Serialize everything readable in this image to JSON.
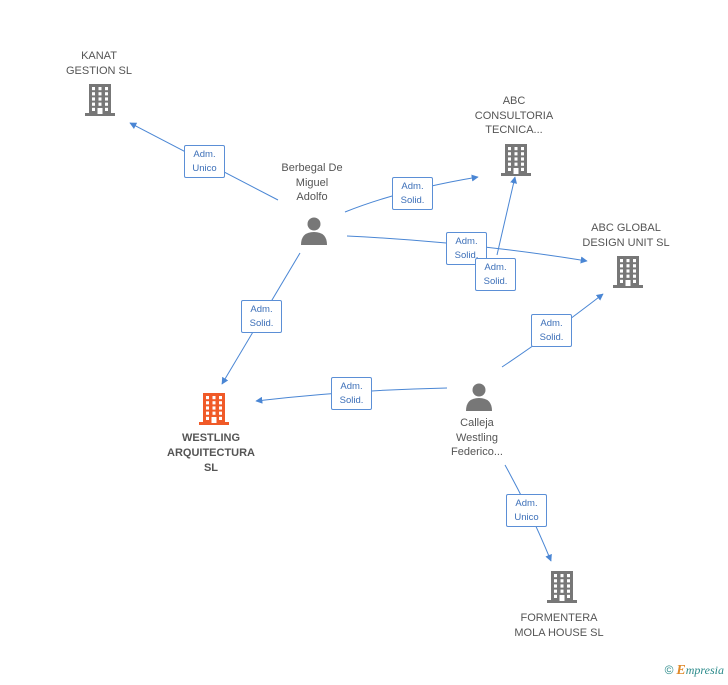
{
  "colors": {
    "edge": "#4a86d4",
    "company": "#777777",
    "focus_company": "#f05a28",
    "person": "#777777"
  },
  "nodes": [
    {
      "id": "kanat",
      "kind": "company",
      "icon": "building-icon",
      "lines": [
        "KANAT",
        "GESTION  SL"
      ]
    },
    {
      "id": "abc_consultoria",
      "kind": "company",
      "icon": "building-icon",
      "lines": [
        "ABC",
        "CONSULTORIA",
        "TECNICA..."
      ]
    },
    {
      "id": "abc_global",
      "kind": "company",
      "icon": "building-icon",
      "lines": [
        "ABC GLOBAL",
        "DESIGN UNIT  SL"
      ]
    },
    {
      "id": "westling",
      "kind": "focus",
      "icon": "building-icon",
      "lines": [
        "WESTLING",
        "ARQUITECTURA",
        "SL"
      ]
    },
    {
      "id": "formentera",
      "kind": "company",
      "icon": "building-icon",
      "lines": [
        "FORMENTERA",
        "MOLA HOUSE SL"
      ]
    },
    {
      "id": "berbegal",
      "kind": "person",
      "icon": "person-icon",
      "lines": [
        "Berbegal De",
        "Miguel",
        "Adolfo"
      ]
    },
    {
      "id": "calleja",
      "kind": "person",
      "icon": "person-icon",
      "lines": [
        "Calleja",
        "Westling",
        "Federico..."
      ]
    }
  ],
  "edges": [
    {
      "from": "berbegal",
      "to": "kanat",
      "lines": [
        "Adm.",
        "Unico"
      ]
    },
    {
      "from": "berbegal",
      "to": "abc_consultoria",
      "lines": [
        "Adm.",
        "Solid."
      ]
    },
    {
      "from": "berbegal",
      "to": "abc_global",
      "lines": [
        "Adm.",
        "Solid."
      ]
    },
    {
      "from": "berbegal",
      "to": "westling",
      "lines": [
        "Adm.",
        "Solid."
      ]
    },
    {
      "from": "calleja",
      "to": "abc_consultoria",
      "lines": [
        "Adm.",
        "Solid."
      ]
    },
    {
      "from": "calleja",
      "to": "abc_global",
      "lines": [
        "Adm.",
        "Solid."
      ]
    },
    {
      "from": "calleja",
      "to": "westling",
      "lines": [
        "Adm.",
        "Solid."
      ]
    },
    {
      "from": "calleja",
      "to": "formentera",
      "lines": [
        "Adm.",
        "Unico"
      ]
    }
  ],
  "footer": {
    "copyright_symbol": "©",
    "brand_initial": "E",
    "brand_rest": "mpresia"
  }
}
